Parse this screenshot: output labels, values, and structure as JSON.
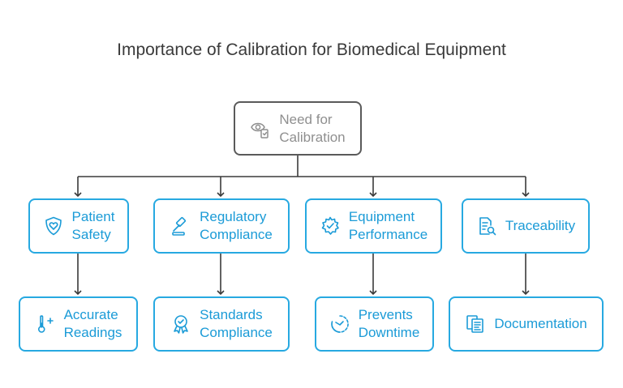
{
  "title": "Importance of Calibration for Biomedical Equipment",
  "colors": {
    "accent": "#27a9e1",
    "root_border": "#5a5a5a",
    "root_text": "#8f8f8f",
    "connector": "#3a3a3a"
  },
  "root": {
    "label": "Need for\nCalibration",
    "icon": "eye-clipboard-icon"
  },
  "branches": [
    {
      "category": {
        "label": "Patient\nSafety",
        "icon": "heart-shield-icon"
      },
      "outcome": {
        "label": "Accurate\nReadings",
        "icon": "thermometer-icon"
      }
    },
    {
      "category": {
        "label": "Regulatory\nCompliance",
        "icon": "gavel-icon"
      },
      "outcome": {
        "label": "Standards\nCompliance",
        "icon": "award-badge-icon"
      }
    },
    {
      "category": {
        "label": "Equipment\nPerformance",
        "icon": "gear-check-icon"
      },
      "outcome": {
        "label": "Prevents\nDowntime",
        "icon": "timer-icon"
      }
    },
    {
      "category": {
        "label": "Traceability",
        "icon": "document-search-icon"
      },
      "outcome": {
        "label": "Documentation",
        "icon": "documents-icon"
      }
    }
  ]
}
